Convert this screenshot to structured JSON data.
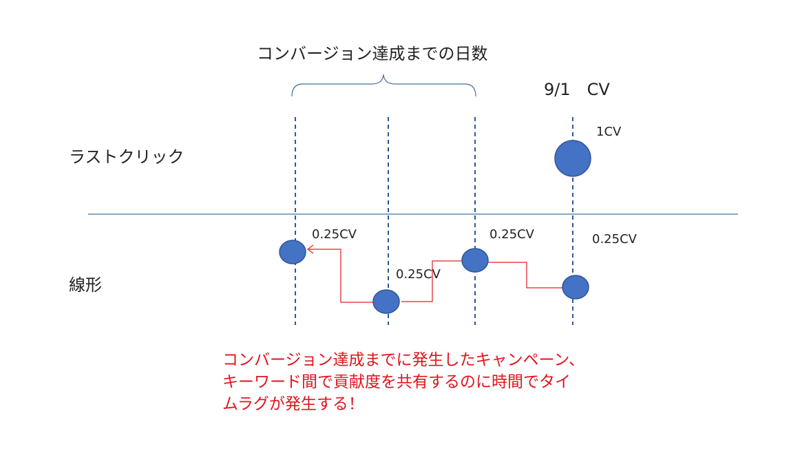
{
  "title": "コンバージョン達成までの日数",
  "cv_date_label": "9/1　CV",
  "rows": {
    "last_click": {
      "label": "ラストクリック",
      "value_label": "1CV"
    },
    "linear": {
      "label": "線形",
      "value_labels": [
        "0.25CV",
        "0.25CV",
        "0.25CV",
        "0.25CV"
      ]
    }
  },
  "note_lines": [
    "コンバージョン達成までに発生したキャンペーン、",
    "キーワード間で貢献度を共有するのに時間でタイ",
    "ムラグが発生する！"
  ],
  "colors": {
    "circle": "#4472c4",
    "circle_stroke": "#2f5597",
    "arrow": "#e8454a",
    "note": "#e0141e",
    "divider": "#41719c"
  }
}
